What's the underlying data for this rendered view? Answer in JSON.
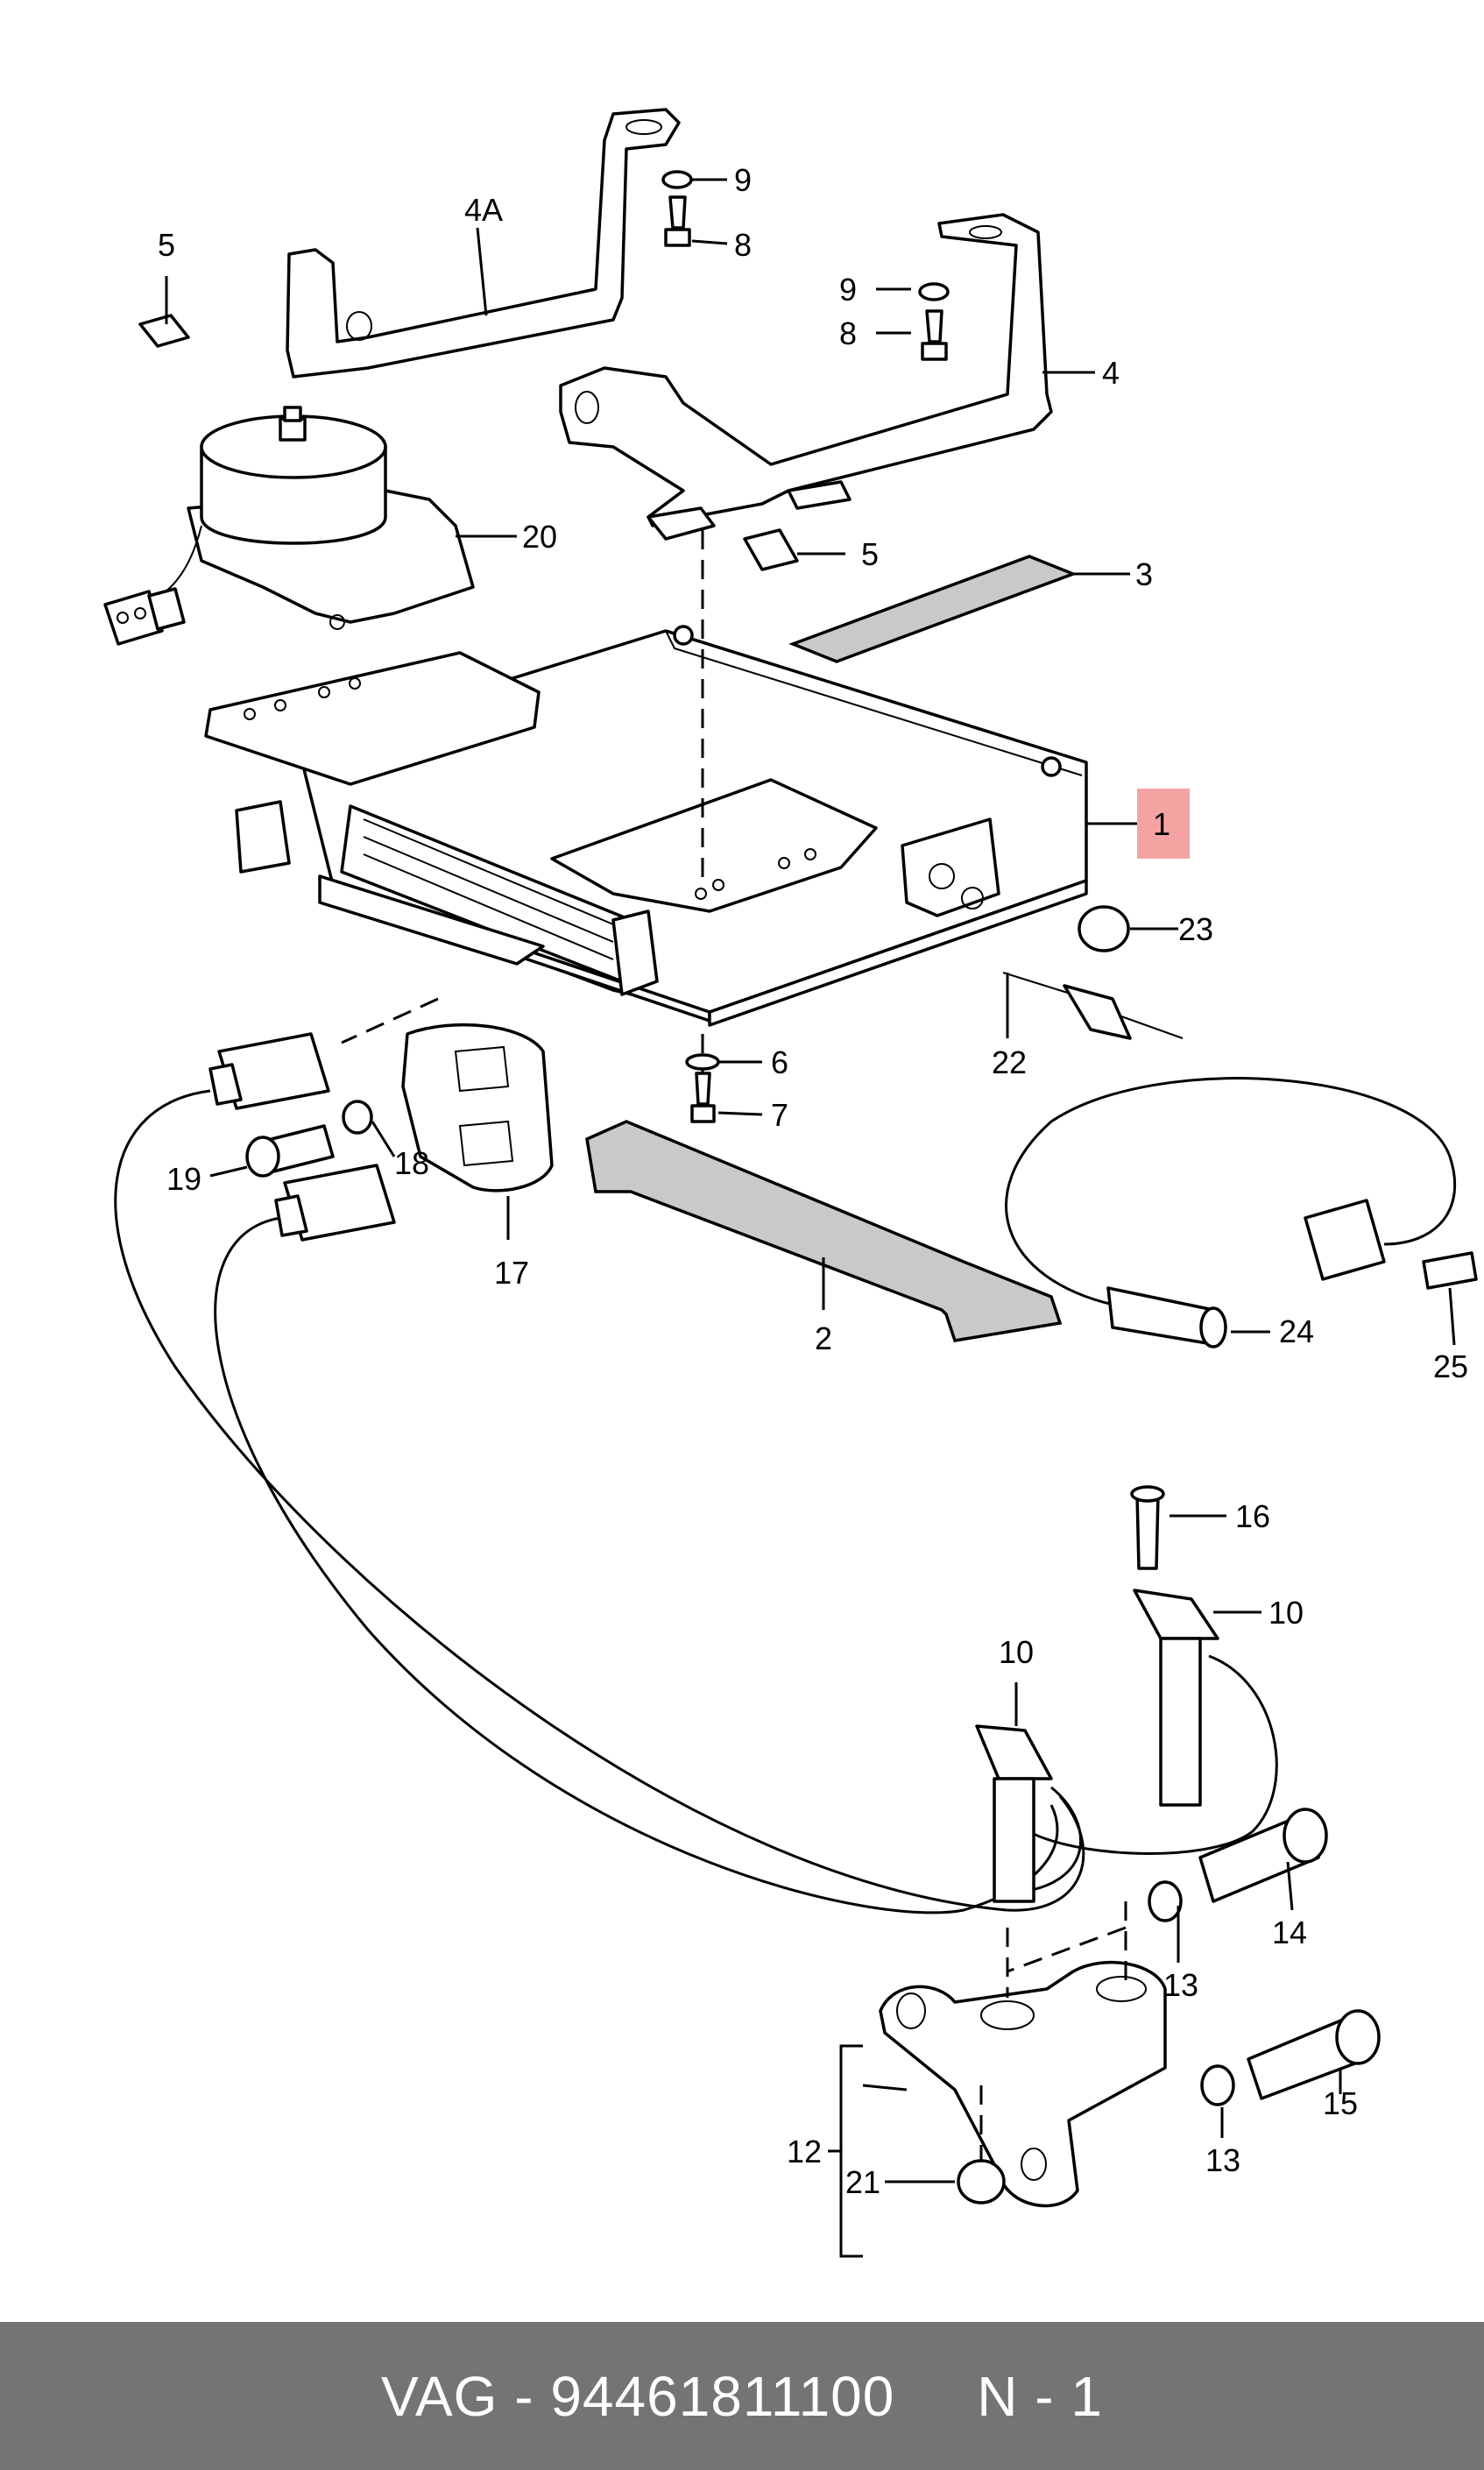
{
  "diagram": {
    "labels": [
      "9",
      "8",
      "4A",
      "5",
      "9",
      "8",
      "4",
      "20",
      "5",
      "3",
      "1",
      "23",
      "22",
      "6",
      "7",
      "19",
      "18",
      "17",
      "2",
      "24",
      "25",
      "16",
      "10",
      "10",
      "14",
      "13",
      "12",
      "21",
      "13",
      "15"
    ],
    "highlight_color": "#f4a3a3"
  },
  "footer": {
    "text": "VAG - 94461811100     N - 1",
    "background": "#747474"
  }
}
